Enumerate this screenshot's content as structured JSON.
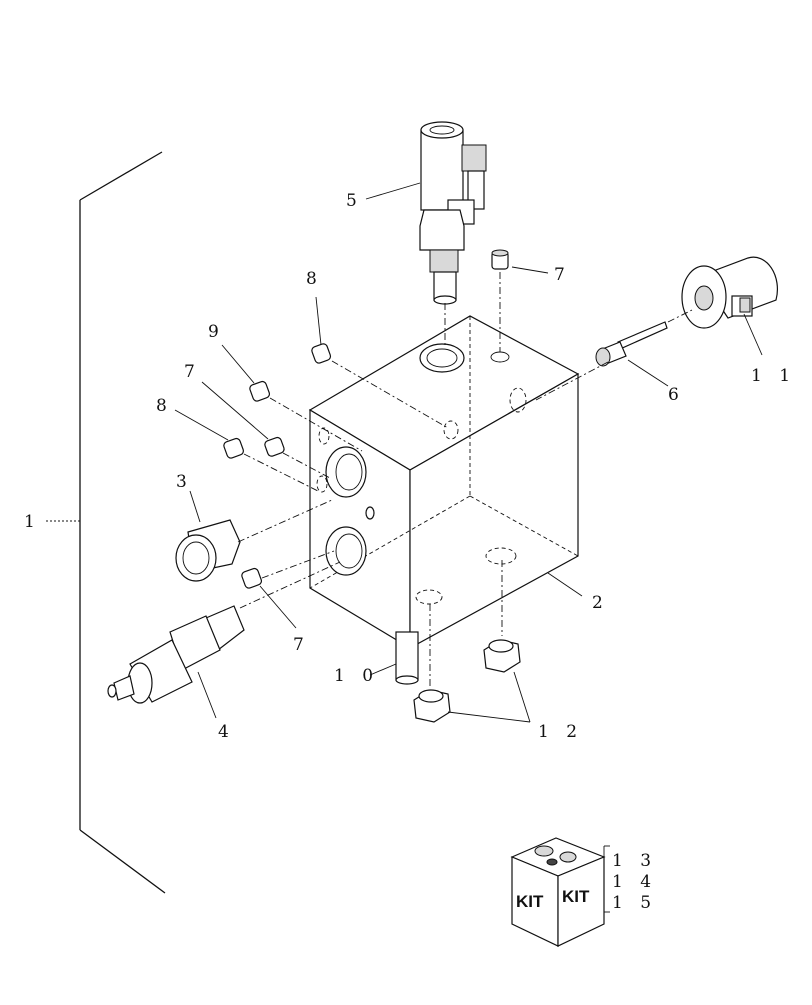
{
  "labels": {
    "assembly": "1",
    "valve_block": "2",
    "plug_large": "3",
    "relief_valve": "4",
    "solenoid_valve": "5",
    "cartridge_valve": "6",
    "orifice_plug_top": "7",
    "orifice_plug_left": "7",
    "orifice_plug_bottom": "7",
    "set_screw_top": "8",
    "set_screw_left": "8",
    "grub_screw": "9",
    "spool": "1 0",
    "solenoid_coil": "1 1",
    "plugs_bottom": "1 2"
  },
  "kit": {
    "box_text_left": "KIT",
    "box_text_right": "KIT",
    "items": [
      "1 3",
      "1 4",
      "1 5"
    ]
  }
}
